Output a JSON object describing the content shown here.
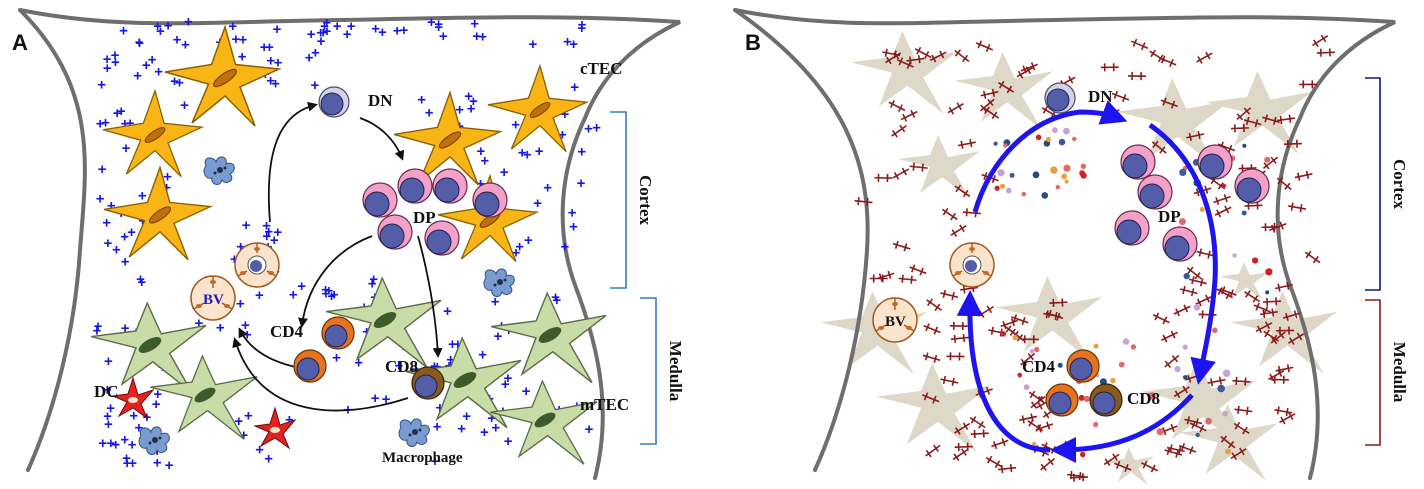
{
  "panels": {
    "a": {
      "letter": "A",
      "cells": {
        "dn": "DN",
        "dp": "DP",
        "ctec": "cTEC",
        "cd4": "CD4",
        "cd8": "CD8",
        "dc": "DC",
        "mtec": "mTEC",
        "bv": "BV",
        "macrophage": "Macrophage"
      },
      "zones": {
        "cortex": "Cortex",
        "medulla": "Medulla"
      }
    },
    "b": {
      "letter": "B",
      "cells": {
        "dn": "DN",
        "dp": "DP",
        "cd4": "CD4",
        "cd8": "CD8",
        "bv": "BV"
      },
      "zones": {
        "cortex": "Cortex",
        "medulla": "Medulla"
      }
    }
  },
  "colors": {
    "outline": "#6e6e6e",
    "ctec": "#f9b516",
    "mtec": "#c8dca8",
    "dp_outer": "#f3a1c9",
    "nucleus": "#545ea8",
    "cd_outer": "#e8731e",
    "dc": "#e4221f",
    "macrophage": "#7a9bd0",
    "plus": "#1616e6",
    "cortex_bracket_a": "#3a7ac6",
    "cortex_bracket_b": "#14147a",
    "medulla_bracket_b": "#8c1a1a",
    "migration_arrow": "#1e14f0",
    "ghost_cells": "#ddd8c8"
  }
}
